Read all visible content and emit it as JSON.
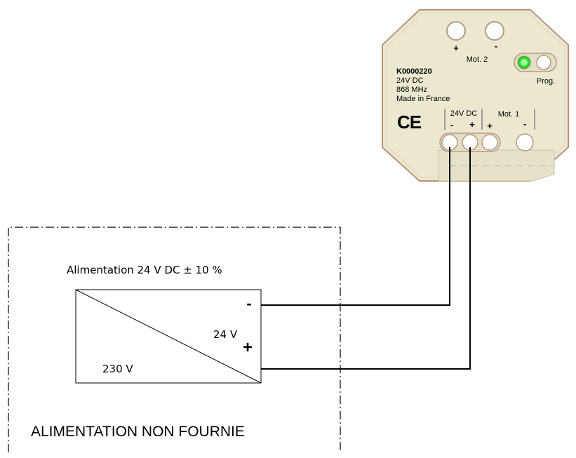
{
  "module": {
    "reference": "K0000220",
    "voltage": "24V DC",
    "frequency": "868 MHz",
    "origin": "Made in France",
    "ce_mark": "CE",
    "mot2_label": "Mot. 2",
    "mot2_plus": "+",
    "mot2_minus": "-",
    "prog_label": "Prog.",
    "power_group_label": "24V DC",
    "power_minus": "-",
    "power_plus": "+",
    "mot1_label": "Mot. 1",
    "mot1_plus": "+",
    "mot1_minus": "-",
    "led_color": "#22dd22"
  },
  "power_supply": {
    "title": "Alimentation 24 V DC ± 10 %",
    "output_voltage": "24 V",
    "input_voltage": "230 V",
    "minus_terminal": "-",
    "plus_terminal": "+",
    "note": "ALIMENTATION NON FOURNIE"
  }
}
